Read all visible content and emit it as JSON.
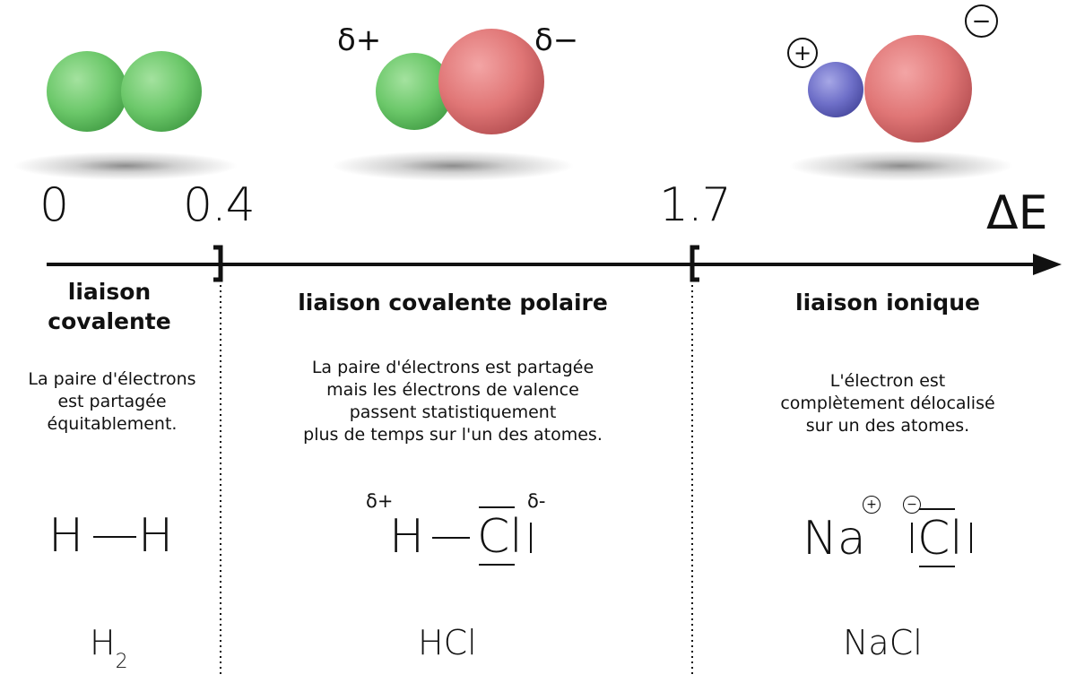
{
  "axis": {
    "ticks": [
      "0",
      "0.4",
      "1.7"
    ],
    "label": "ΔE"
  },
  "colors": {
    "hydrogen": "#6cc86a",
    "chlorine": "#e07676",
    "sodium": "#6e6fc8",
    "axis": "#111111"
  },
  "molecules_3d": {
    "hcl_charges": [
      "δ+",
      "δ−"
    ],
    "nacl_charges": [
      "+",
      "−"
    ]
  },
  "sections": [
    {
      "title_lines": [
        "liaison",
        "covalente"
      ],
      "description_lines": [
        "La paire d'électrons",
        "est partagée",
        "équitablement."
      ],
      "formula": {
        "left": "H",
        "bond": "—",
        "right": "H"
      },
      "name": {
        "base": "H",
        "subscript": "2"
      }
    },
    {
      "title_lines": [
        "liaison covalente polaire"
      ],
      "description_lines": [
        "La paire d'électrons est partagée",
        "mais les électrons de valence",
        "passent statistiquement",
        "plus de temps sur l'un des atomes."
      ],
      "formula": {
        "charge_left": "δ+",
        "left": "H",
        "bond": "—",
        "right": "Cl",
        "charge_right": "δ-"
      },
      "name": {
        "base": "HCl"
      }
    },
    {
      "title_lines": [
        "liaison ionique"
      ],
      "description_lines": [
        "L'électron est",
        "complètement délocalisé",
        "sur un des atomes."
      ],
      "formula": {
        "left": "Na",
        "charge_left": "+",
        "right": "Cl",
        "charge_right": "−"
      },
      "name": {
        "base": "NaCl"
      }
    }
  ]
}
